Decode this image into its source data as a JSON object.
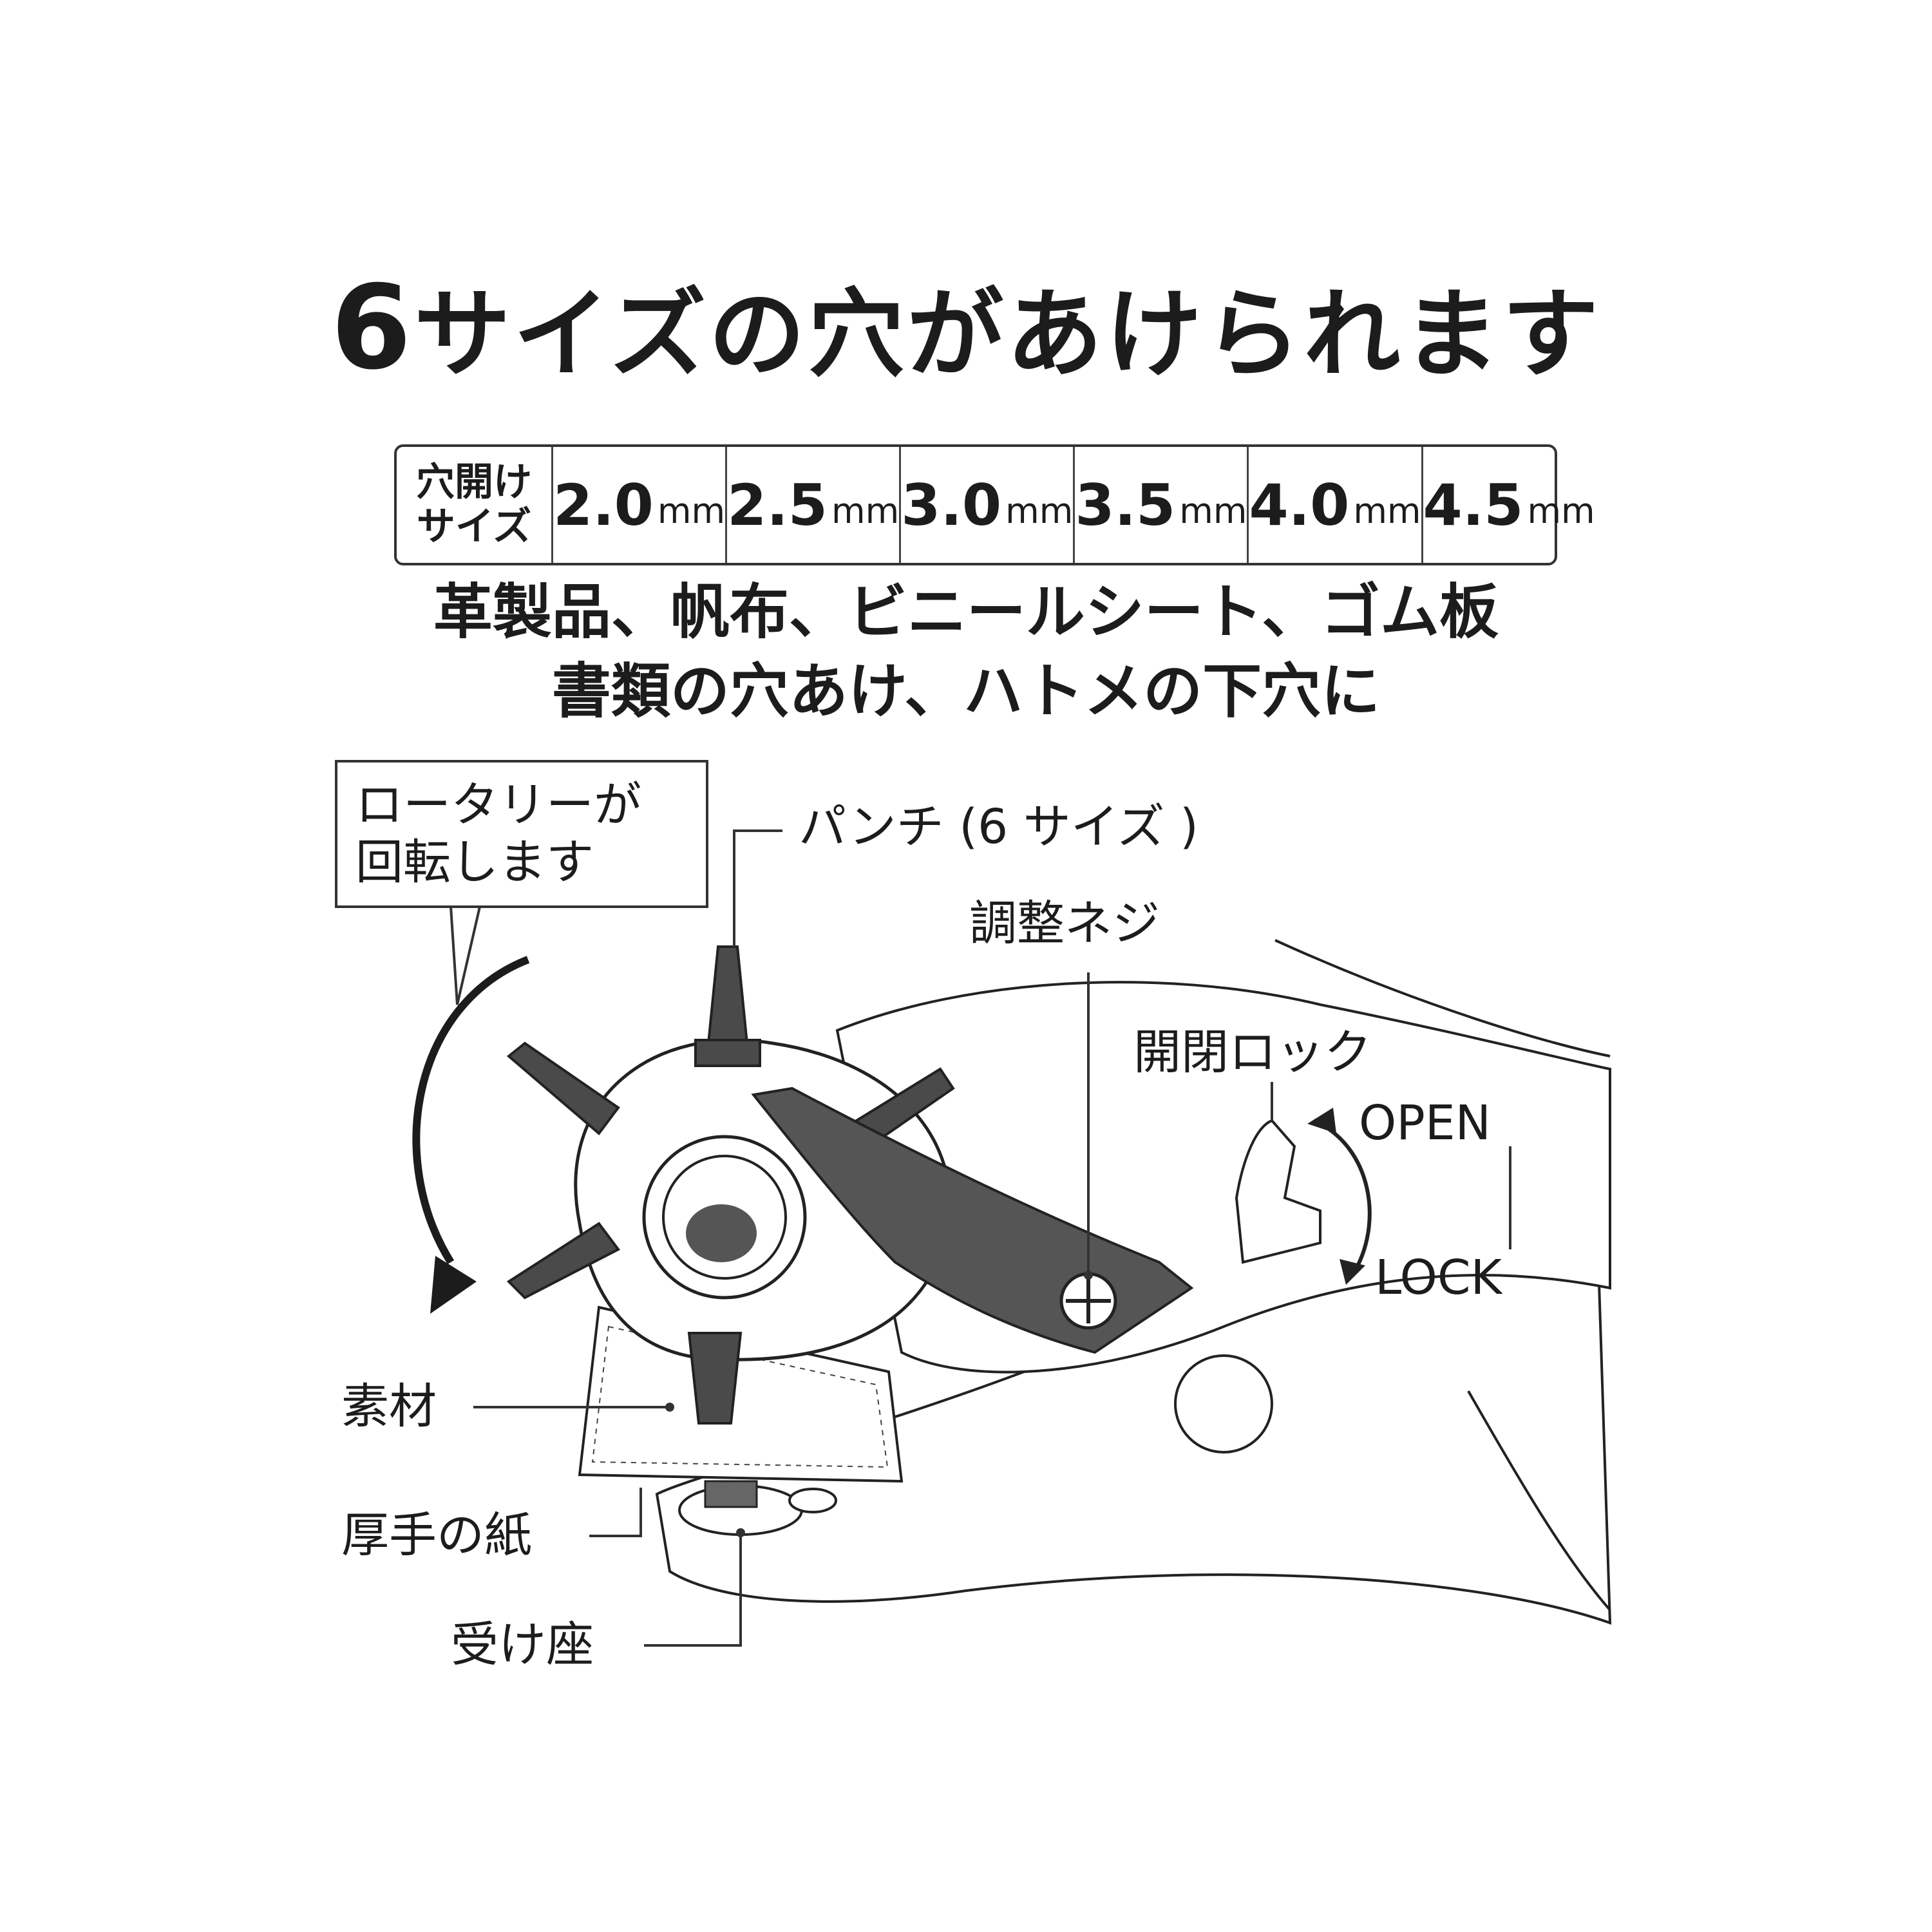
{
  "title": {
    "number": "6",
    "text": "サイズの穴があけられます"
  },
  "size_table": {
    "header_line1": "穴開け",
    "header_line2": "サイズ",
    "unit": "mm",
    "sizes": [
      "2.0",
      "2.5",
      "3.0",
      "3.5",
      "4.0",
      "4.5"
    ]
  },
  "uses": {
    "line1": "革製品、帆布、ビニールシート、ゴム板",
    "line2": "書類の穴あけ、ハトメの下穴に"
  },
  "callout": {
    "line1": "ロータリーが",
    "line2": "回転します"
  },
  "labels": {
    "punch": "パンチ (6 サイズ )",
    "screw": "調整ネジ",
    "lock": "開閉ロック",
    "open": "OPEN",
    "lock_state": "LOCK",
    "material": "素材",
    "paper": "厚手の紙",
    "seat": "受け座"
  },
  "colors": {
    "ink": "#1c1c1c",
    "arm": "#555555",
    "punch": "#4a4a4a",
    "background": "#ffffff"
  }
}
